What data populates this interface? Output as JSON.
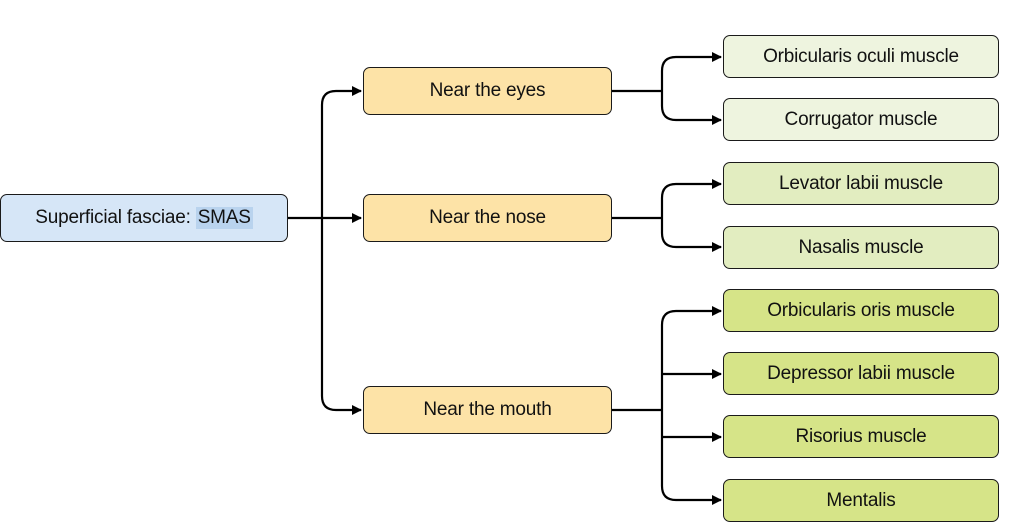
{
  "colors": {
    "root_fill": "#d6e6f7",
    "highlight": "#b9d3ee",
    "mid_fill": "#fde3a7",
    "eyes_leaf_fill": "#eef4df",
    "nose_leaf_fill": "#e2edc0",
    "mouth_leaf_fill": "#d6e488",
    "line": "#000000"
  },
  "root": {
    "label_prefix": "Superficial fasciae:",
    "label_highlight": "SMAS"
  },
  "groups": [
    {
      "label": "Near the eyes",
      "children": [
        "Orbicularis oculi muscle",
        "Corrugator muscle"
      ]
    },
    {
      "label": "Near the nose",
      "children": [
        "Levator labii muscle",
        "Nasalis muscle"
      ]
    },
    {
      "label": "Near the mouth",
      "children": [
        "Orbicularis oris muscle",
        "Depressor labii muscle",
        "Risorius muscle",
        "Mentalis"
      ]
    }
  ]
}
